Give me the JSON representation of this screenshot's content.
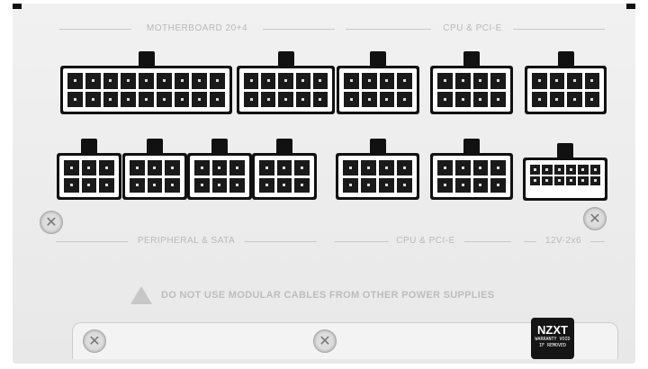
{
  "labels": {
    "motherboard": "MOTHERBOARD 20+4",
    "cpu_pcie_top": "CPU & PCI-E",
    "peripheral": "PERIPHERAL & SATA",
    "cpu_pcie_bottom": "CPU & PCI-E",
    "highpower": "12V-2x6"
  },
  "warning": "DO NOT USE MODULAR CABLES FROM OTHER POWER SUPPLIES",
  "badge": {
    "brand": "NZXT",
    "line1": "WARRANTY VOID",
    "line2": "IF REMOVED"
  },
  "connectors": [
    {
      "name": "motherboard-connector-main",
      "cols": 9,
      "rows": 2
    },
    {
      "name": "motherboard-connector-aux",
      "cols": 5,
      "rows": 2
    },
    {
      "name": "cpu-pcie-connector-1",
      "cols": 4,
      "rows": 2
    },
    {
      "name": "cpu-pcie-connector-2",
      "cols": 4,
      "rows": 2
    },
    {
      "name": "cpu-pcie-connector-3",
      "cols": 4,
      "rows": 2
    },
    {
      "name": "peripheral-connector-1",
      "cols": 3,
      "rows": 2
    },
    {
      "name": "peripheral-connector-2",
      "cols": 3,
      "rows": 2
    },
    {
      "name": "peripheral-connector-3",
      "cols": 3,
      "rows": 2
    },
    {
      "name": "peripheral-connector-4",
      "cols": 3,
      "rows": 2
    },
    {
      "name": "cpu-pcie-connector-4",
      "cols": 4,
      "rows": 2
    },
    {
      "name": "cpu-pcie-connector-5",
      "cols": 4,
      "rows": 2
    },
    {
      "name": "12v-2x6-connector",
      "cols": 6,
      "rows": 2
    }
  ]
}
